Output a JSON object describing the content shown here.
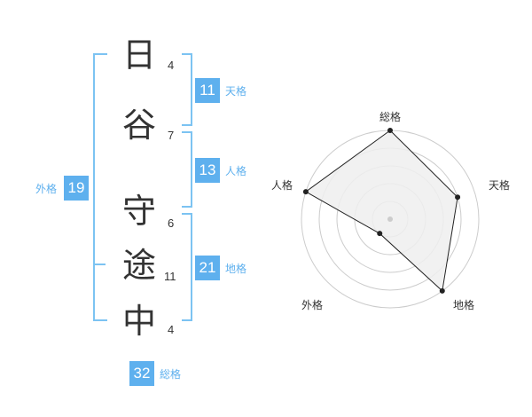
{
  "characters": [
    {
      "char": "日",
      "strokes": "4"
    },
    {
      "char": "谷",
      "strokes": "7"
    },
    {
      "char": "守",
      "strokes": "6"
    },
    {
      "char": "途",
      "strokes": "11"
    },
    {
      "char": "中",
      "strokes": "4"
    }
  ],
  "fortunes": {
    "tenkaku": {
      "value": "11",
      "label": "天格"
    },
    "jinkaku": {
      "value": "13",
      "label": "人格"
    },
    "chikaku": {
      "value": "21",
      "label": "地格"
    },
    "gaikaku": {
      "value": "19",
      "label": "外格"
    },
    "soukaku": {
      "value": "32",
      "label": "総格"
    }
  },
  "radar": {
    "axes": [
      "総格",
      "天格",
      "地格",
      "外格",
      "人格"
    ],
    "levels": [
      5,
      4,
      5,
      1,
      5
    ],
    "max": 5,
    "colors": {
      "fill": "#efefef",
      "stroke": "#222222",
      "grid": "#cccccc",
      "point": "#222222",
      "center": "#cccccc"
    }
  },
  "colors": {
    "accent": "#5eb0ee",
    "bracket": "#7cc3f2"
  }
}
